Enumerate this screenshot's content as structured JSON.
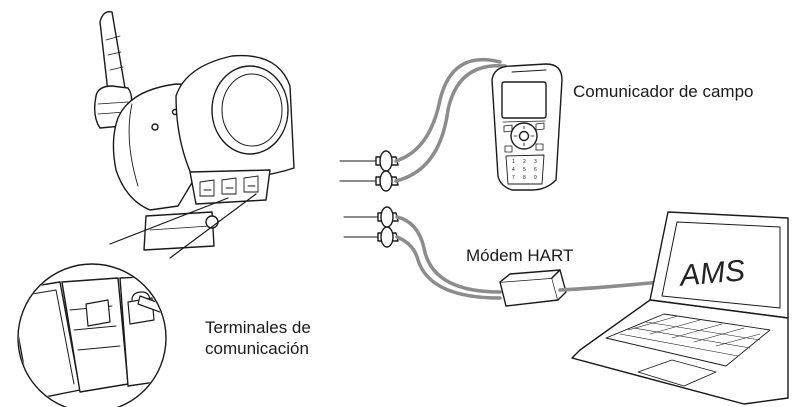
{
  "labels": {
    "field_communicator": "Comunicador de campo",
    "hart_modem": "Módem HART",
    "terminals_line1": "Terminales de",
    "terminals_line2": "comunicación",
    "laptop_screen": "AMS"
  },
  "communicator_keys": [
    "1",
    "2",
    "3",
    "4",
    "5",
    "6",
    "7",
    "8",
    "9"
  ],
  "colors": {
    "cable": "#8c8c8c",
    "outline": "#1a1a1a"
  }
}
